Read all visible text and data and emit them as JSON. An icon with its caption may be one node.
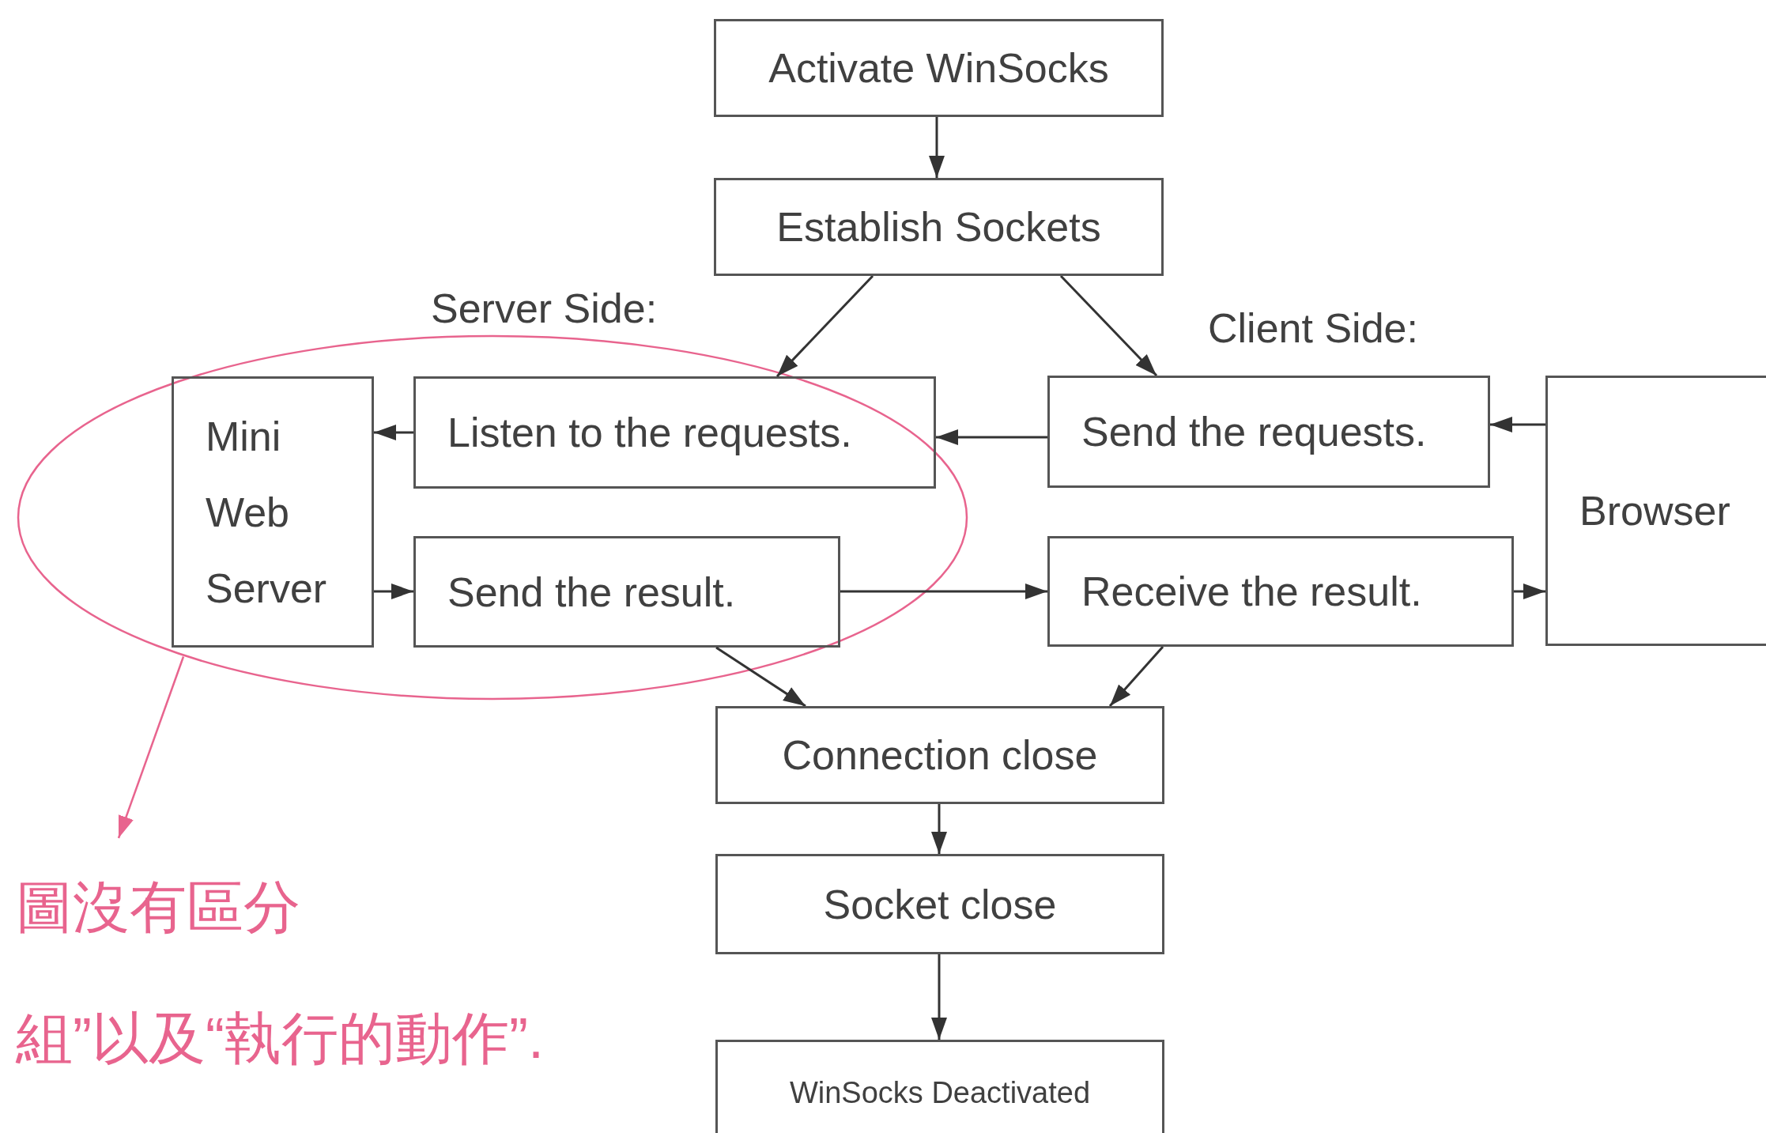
{
  "diagram": {
    "nodes": [
      {
        "text": [
          "Activate WinSocks"
        ]
      },
      {
        "text": [
          "Establish Sockets"
        ]
      },
      {
        "text": [],
        "shape": "ellipse"
      },
      {
        "text": [
          "Mini Web Server"
        ],
        "in": 2
      },
      {
        "text": [
          "Listen to the requests."
        ],
        "in": 2
      },
      {
        "text": [
          "Send the result."
        ],
        "in": 2
      },
      {
        "text": [
          "Send the requests."
        ]
      },
      {
        "text": [
          "Browser"
        ]
      },
      {
        "text": [
          "Receive the result."
        ]
      },
      {
        "text": [
          "Connection close"
        ]
      },
      {
        "text": [
          "Socket close"
        ]
      },
      {
        "text": [
          "WinSocks Deactivated"
        ]
      },
      {
        "text": [
          "圖沒有區分",
          "組”以及“執行的動作”."
        ]
      }
    ],
    "edges": [
      {
        "from": 0,
        "to": 1,
        "arrow": "to"
      },
      {
        "from": 1,
        "to": 4,
        "arrow": "to"
      },
      {
        "from": 1,
        "to": 6,
        "arrow": "to"
      },
      {
        "from": 6,
        "to": 4,
        "arrow": "to"
      },
      {
        "from": 4,
        "to": 3,
        "arrow": "to"
      },
      {
        "from": 3,
        "to": 5,
        "arrow": "to"
      },
      {
        "from": 5,
        "to": 8,
        "arrow": "to"
      },
      {
        "from": 7,
        "to": 6,
        "arrow": "to"
      },
      {
        "from": 8,
        "to": 7,
        "arrow": "to"
      },
      {
        "from": 5,
        "to": 9,
        "arrow": "to"
      },
      {
        "from": 8,
        "to": 9,
        "arrow": "to"
      },
      {
        "from": 9,
        "to": 10,
        "arrow": "to"
      },
      {
        "from": 10,
        "to": 11,
        "arrow": "to"
      },
      {
        "from": 2,
        "to": 12,
        "arrow": "to",
        "color": "#e8648e"
      }
    ],
    "labels": [
      "Server Side:",
      "Client Side:"
    ]
  }
}
